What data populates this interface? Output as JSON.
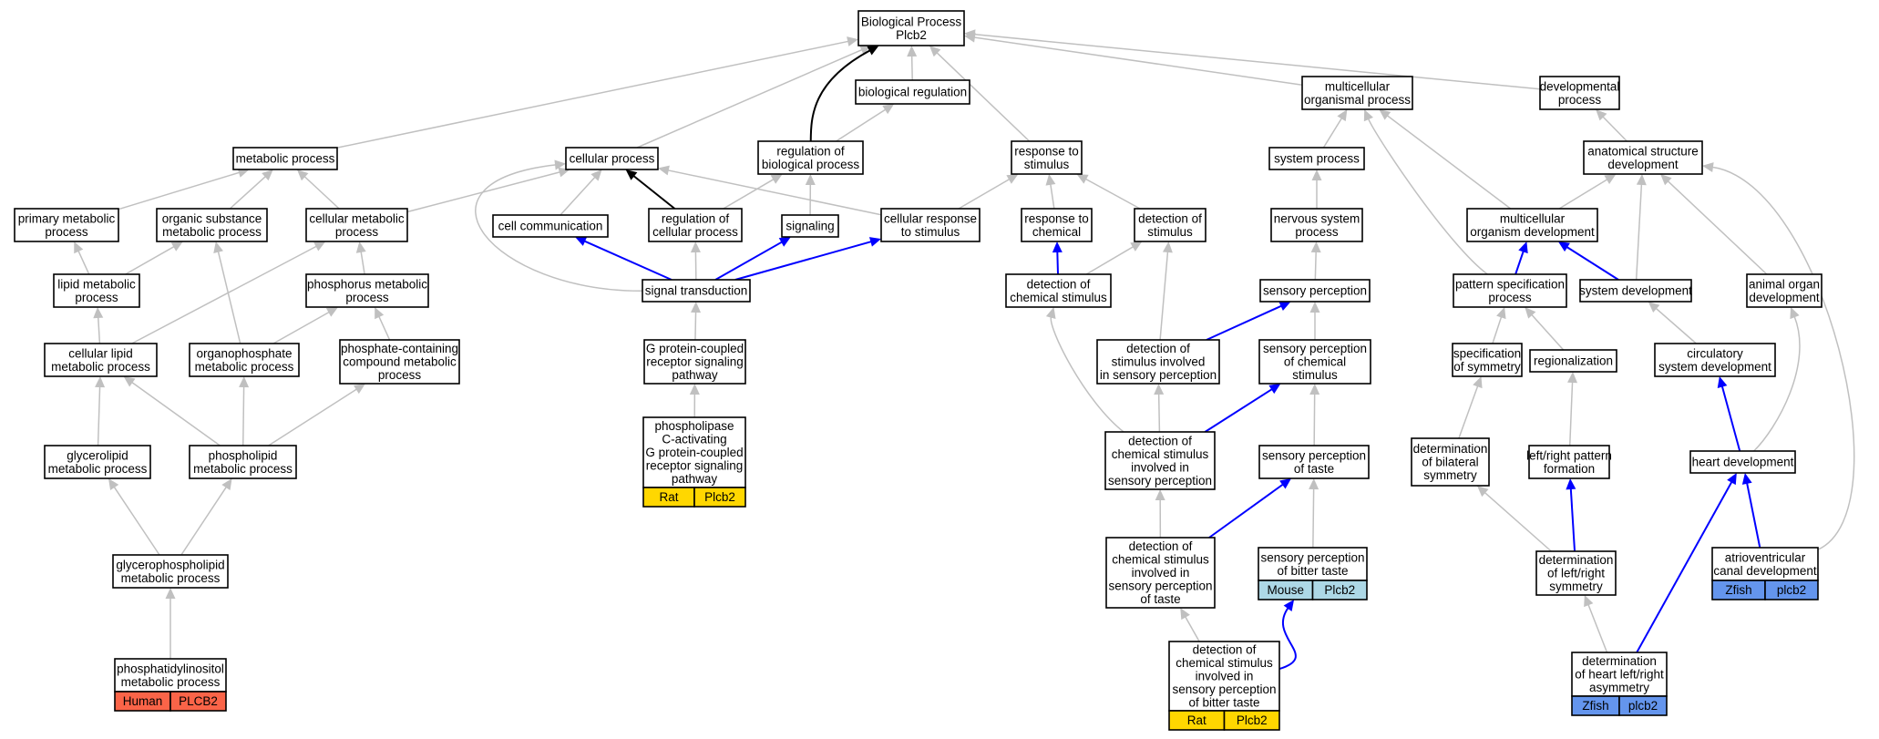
{
  "nodes": {
    "bp": [
      "Biological Process",
      "Plcb2"
    ],
    "bioreg": [
      "biological regulation"
    ],
    "mop": [
      "multicellular",
      "organismal process"
    ],
    "devp": [
      "developmental",
      "process"
    ],
    "metab": [
      "metabolic process"
    ],
    "cellp": [
      "cellular process"
    ],
    "regbio": [
      "regulation of",
      "biological process"
    ],
    "resp": [
      "response to",
      "stimulus"
    ],
    "sysp": [
      "system process"
    ],
    "asd": [
      "anatomical structure",
      "development"
    ],
    "pmp": [
      "primary metabolic",
      "process"
    ],
    "osmp": [
      "organic substance",
      "metabolic process"
    ],
    "cmp": [
      "cellular metabolic",
      "process"
    ],
    "cellcomm": [
      "cell communication"
    ],
    "regcell": [
      "regulation of",
      "cellular process"
    ],
    "signaling": [
      "signaling"
    ],
    "cellresp": [
      "cellular response",
      "to stimulus"
    ],
    "respchem": [
      "response to",
      "chemical"
    ],
    "detstim": [
      "detection of",
      "stimulus"
    ],
    "nsp": [
      "nervous system",
      "process"
    ],
    "mod": [
      "multicellular",
      "organism development"
    ],
    "lmp": [
      "lipid metabolic",
      "process"
    ],
    "phosmp": [
      "phosphorus metabolic",
      "process"
    ],
    "sigtrans": [
      "signal transduction"
    ],
    "detchem": [
      "detection of",
      "chemical stimulus"
    ],
    "sensp": [
      "sensory perception"
    ],
    "psp": [
      "pattern specification",
      "process"
    ],
    "sysdev": [
      "system development"
    ],
    "aod": [
      "animal organ",
      "development"
    ],
    "clmp": [
      "cellular lipid",
      "metabolic process"
    ],
    "opmp": [
      "organophosphate",
      "metabolic process"
    ],
    "pccmp": [
      "phosphate-containing",
      "compound metabolic",
      "process"
    ],
    "gpcr": [
      "G protein-coupled",
      "receptor signaling",
      "pathway"
    ],
    "dsisp": [
      "detection of",
      "stimulus involved",
      "in sensory perception"
    ],
    "spcs": [
      "sensory perception",
      "of chemical",
      "stimulus"
    ],
    "specsym": [
      "specification",
      "of symmetry"
    ],
    "regionalization": [
      "regionalization"
    ],
    "csd": [
      "circulatory",
      "system development"
    ],
    "glmp": [
      "glycerolipid",
      "metabolic process"
    ],
    "phlmp": [
      "phospholipid",
      "metabolic process"
    ],
    "plc": [
      "phospholipase",
      "C-activating",
      "G protein-coupled",
      "receptor signaling",
      "pathway"
    ],
    "dcsisp": [
      "detection of",
      "chemical stimulus",
      "involved in",
      "sensory perception"
    ],
    "spt": [
      "sensory perception",
      "of taste"
    ],
    "dbs": [
      "determination",
      "of bilateral",
      "symmetry"
    ],
    "lrpf": [
      "left/right pattern",
      "formation"
    ],
    "hd": [
      "heart development"
    ],
    "gpmp": [
      "glycerophospholipid",
      "metabolic process"
    ],
    "dcsispt": [
      "detection of",
      "chemical stimulus",
      "involved in",
      "sensory perception",
      "of taste"
    ],
    "spbt": [
      "sensory perception",
      "of bitter taste"
    ],
    "dlrs": [
      "determination",
      "of left/right",
      "symmetry"
    ],
    "acd": [
      "atrioventricular",
      "canal development"
    ],
    "pimp": [
      "phosphatidylinositol",
      "metabolic process"
    ],
    "dcsispbt": [
      "detection of",
      "chemical stimulus",
      "involved in",
      "sensory perception",
      "of bitter taste"
    ],
    "dhlra": [
      "determination",
      "of heart left/right",
      "asymmetry"
    ]
  },
  "annotations": {
    "plc": [
      "Rat",
      "Plcb2"
    ],
    "spbt": [
      "Mouse",
      "Plcb2"
    ],
    "acd": [
      "Zfish",
      "plcb2"
    ],
    "pimp": [
      "Human",
      "PLCB2"
    ],
    "dcsispbt": [
      "Rat",
      "Plcb2"
    ],
    "dhlra": [
      "Zfish",
      "plcb2"
    ]
  },
  "species_colors": {
    "Rat": "#ffd700",
    "Mouse": "#add8e6",
    "Zfish": "#6495ed",
    "Human": "#fa6448"
  },
  "edge_colors": {
    "is_a": "#c0c0c0",
    "regulates": "#000000",
    "part_of": "#0000ff"
  }
}
